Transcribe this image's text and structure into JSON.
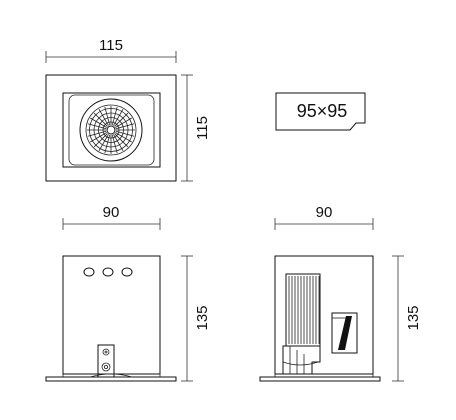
{
  "dimensions": {
    "top_width": "115",
    "top_height": "115",
    "front_width": "90",
    "front_height": "135",
    "side_width": "90",
    "side_height": "135"
  },
  "cutout_label": "95×95",
  "colors": {
    "line": "#111111",
    "fill_light": "#f2f2f2"
  }
}
